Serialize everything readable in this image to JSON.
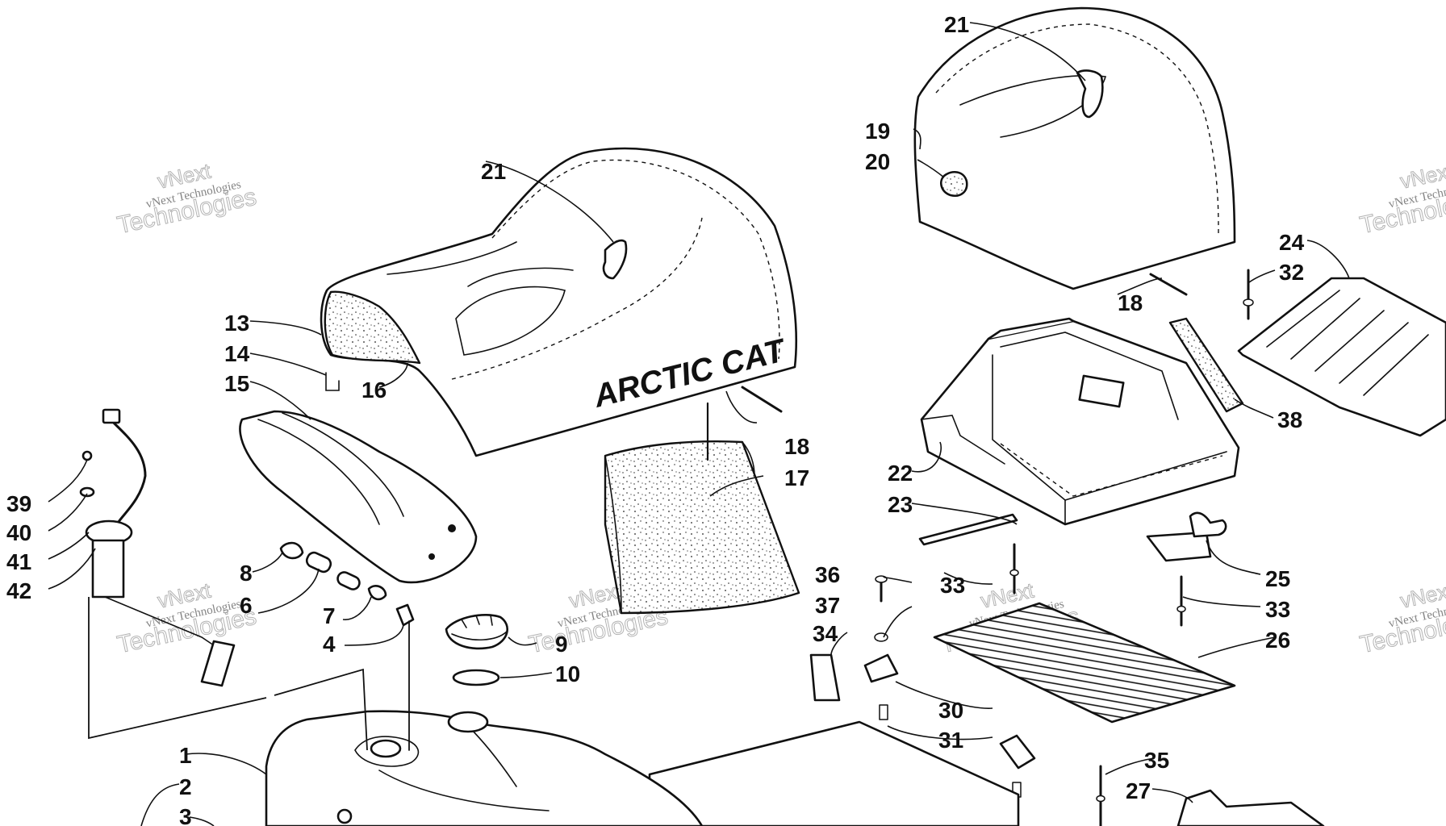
{
  "diagram": {
    "brand_text": "ARCTIC CAT",
    "watermark_line1": "vNext Technologies",
    "watermark_line2": "vNext",
    "watermark_line3": "Technologies",
    "callouts": [
      "1",
      "2",
      "3",
      "4",
      "6",
      "7",
      "8",
      "9",
      "10",
      "13",
      "14",
      "15",
      "16",
      "17",
      "18",
      "19",
      "20",
      "21",
      "22",
      "23",
      "24",
      "25",
      "26",
      "27",
      "30",
      "31",
      "32",
      "33",
      "34",
      "35",
      "36",
      "37",
      "38",
      "39",
      "40",
      "41",
      "42"
    ]
  }
}
